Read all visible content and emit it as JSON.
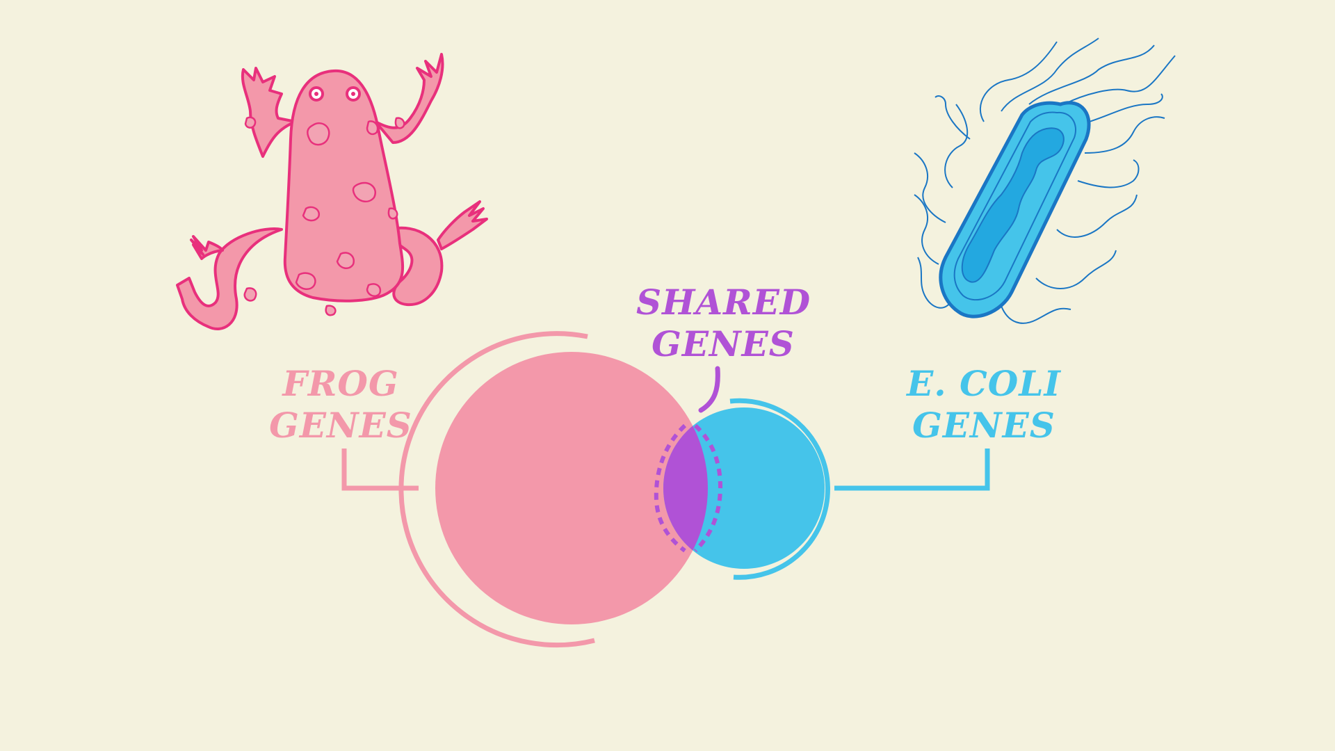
{
  "labels": {
    "frog": {
      "line1": "FROG",
      "line2": "GENES"
    },
    "shared": {
      "line1": "SHARED",
      "line2": "GENES"
    },
    "ecoli": {
      "line1": "E. COLI",
      "line2": "GENES"
    }
  },
  "colors": {
    "background": "#f4f2de",
    "frog": "#f398aa",
    "frog_outline": "#e8307c",
    "shared": "#b052d6",
    "ecoli": "#45c4ea",
    "ecoli_outline": "#1a76c4",
    "ecoli_core": "#23a8e0"
  },
  "icons": {
    "frog": "frog-illustration",
    "bacterium": "e-coli-bacterium-illustration"
  }
}
